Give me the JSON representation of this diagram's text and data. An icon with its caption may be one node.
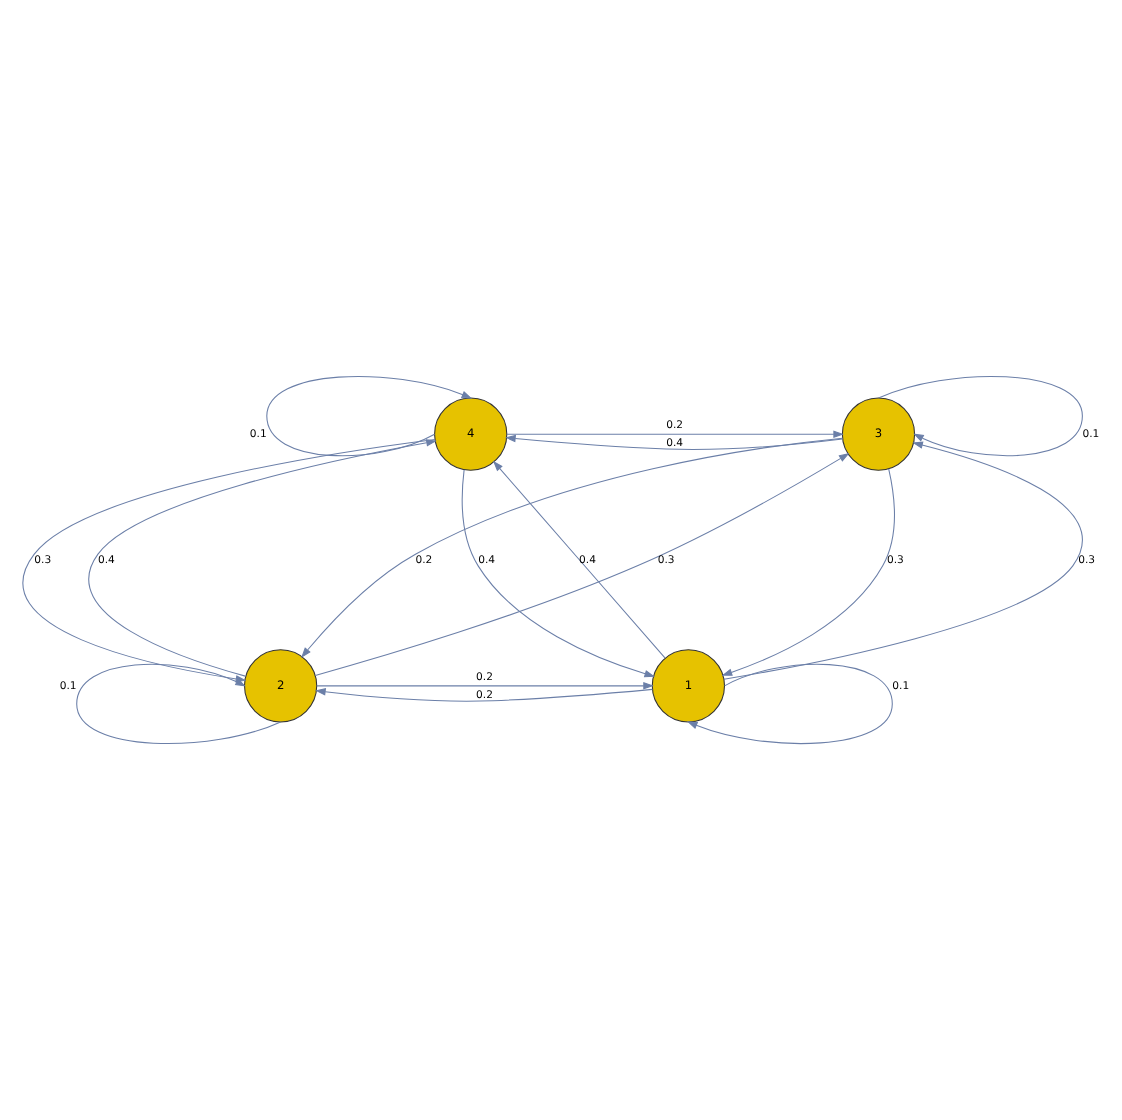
{
  "diagram": {
    "nodes": [
      {
        "text": [
          "4"
        ]
      },
      {
        "text": [
          "3"
        ]
      },
      {
        "text": [
          "2"
        ]
      },
      {
        "text": [
          "1"
        ]
      }
    ],
    "edges": [
      {
        "from": 0,
        "to": 0,
        "arrow": "to",
        "label": "0.1"
      },
      {
        "from": 1,
        "to": 1,
        "arrow": "to",
        "label": "0.1"
      },
      {
        "from": 0,
        "to": 1,
        "arrow": "to",
        "label": "0.2"
      },
      {
        "from": 1,
        "to": 0,
        "arrow": "to",
        "label": "0.4"
      },
      {
        "from": 2,
        "to": 0,
        "arrow": "to",
        "label": "0.4"
      },
      {
        "from": 0,
        "to": 2,
        "arrow": "to",
        "label": "0.3"
      },
      {
        "from": 2,
        "to": 1,
        "arrow": "to",
        "label": "0.3"
      },
      {
        "from": 0,
        "to": 3,
        "arrow": "to",
        "label": "0.4"
      },
      {
        "from": 3,
        "to": 0,
        "arrow": "to",
        "label": "0.4"
      },
      {
        "from": 1,
        "to": 2,
        "arrow": "to",
        "label": "0.2"
      },
      {
        "from": 3,
        "to": 1,
        "arrow": "to",
        "label": "0.3"
      },
      {
        "from": 1,
        "to": 3,
        "arrow": "to",
        "label": "0.3"
      },
      {
        "from": 2,
        "to": 3,
        "arrow": "to",
        "label": "0.2"
      },
      {
        "from": 3,
        "to": 2,
        "arrow": "to",
        "label": "0.2"
      },
      {
        "from": 2,
        "to": 2,
        "arrow": "to",
        "label": "0.1"
      },
      {
        "from": 3,
        "to": 3,
        "arrow": "to",
        "label": "0.1"
      }
    ]
  }
}
